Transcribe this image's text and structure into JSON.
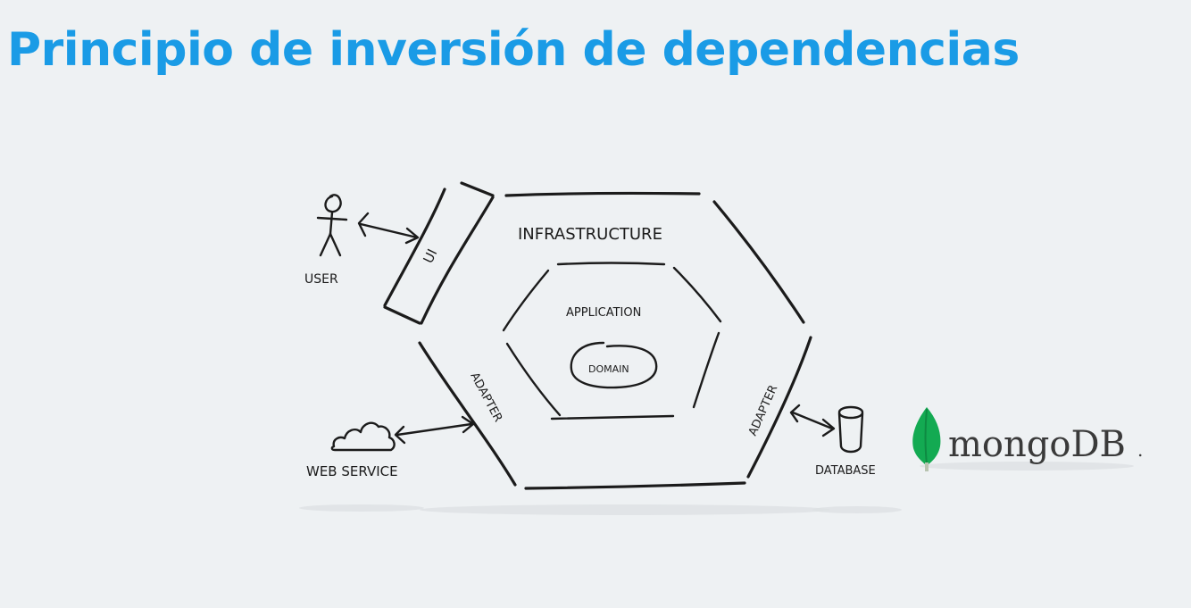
{
  "title": "Principio de inversión de dependencias",
  "diagram": {
    "labels": {
      "infrastructure": "INFRASTRUCTURE",
      "application": "APPLICATION",
      "domain": "DOMAIN",
      "ui": "UI",
      "adapter_left": "ADAPTER",
      "adapter_right": "ADAPTER",
      "user": "USER",
      "web_service": "WEB SERVICE",
      "database": "DATABASE"
    }
  },
  "logo": {
    "text": "mongoDB",
    "trademark": ".",
    "leaf_color": "#13aa52"
  }
}
